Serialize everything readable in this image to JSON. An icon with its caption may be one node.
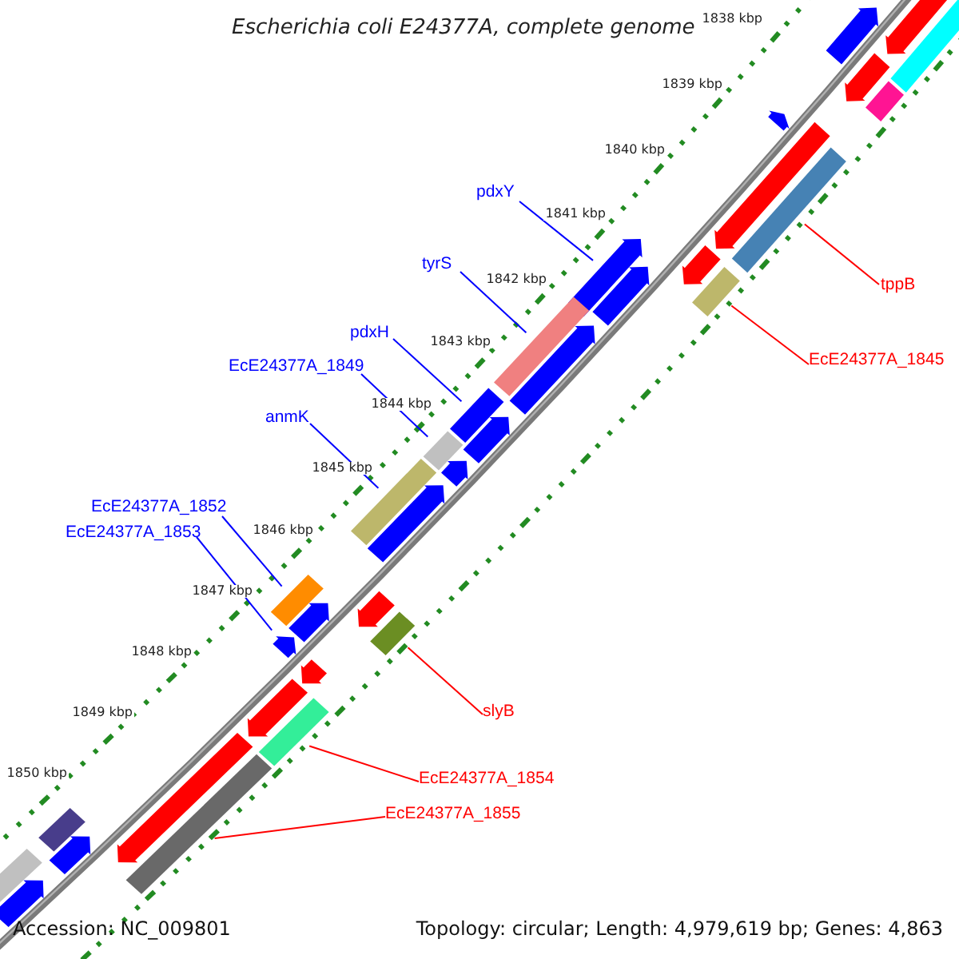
{
  "diagram": {
    "title": "Escherichia coli E24377A, complete genome",
    "nodes": [
      {
        "text": [
          "pdxY"
        ]
      },
      {
        "text": [
          "tyrS"
        ]
      },
      {
        "text": [
          "pdxH"
        ]
      },
      {
        "text": [
          "EcE24377A_1849"
        ]
      },
      {
        "text": [
          "anmK"
        ]
      },
      {
        "text": [
          "EcE24377A_1852"
        ]
      },
      {
        "text": [
          "EcE24377A_1853"
        ]
      },
      {
        "text": [
          "tppB"
        ]
      },
      {
        "text": [
          "EcE24377A_1845"
        ]
      },
      {
        "text": [
          "slyB"
        ]
      },
      {
        "text": [
          "EcE24377A_1854"
        ]
      },
      {
        "text": [
          "EcE24377A_1855"
        ]
      },
      {
        "text": [],
        "shape": "arrow"
      },
      {
        "text": [],
        "shape": "bar"
      },
      {
        "text": [],
        "shape": "bar"
      },
      {
        "text": [],
        "shape": "bar"
      },
      {
        "text": [],
        "shape": "bar"
      },
      {
        "text": [],
        "shape": "bar"
      },
      {
        "text": [],
        "shape": "arrow"
      },
      {
        "text": [],
        "shape": "bar"
      },
      {
        "text": [],
        "shape": "bar"
      },
      {
        "text": [],
        "shape": "bar"
      },
      {
        "text": [],
        "shape": "bar"
      },
      {
        "text": [],
        "shape": "bar"
      },
      {
        "text": [],
        "shape": "arrow"
      },
      {
        "text": [],
        "shape": "arrow"
      },
      {
        "text": [],
        "shape": "arrow"
      },
      {
        "text": [],
        "shape": "arrow"
      },
      {
        "text": [],
        "shape": "arrow"
      },
      {
        "text": [],
        "shape": "arrow"
      },
      {
        "text": [],
        "shape": "arrow"
      },
      {
        "text": [],
        "shape": "arrow"
      },
      {
        "text": [],
        "shape": "arrow"
      },
      {
        "text": [],
        "shape": "arrow"
      },
      {
        "text": [],
        "shape": "bar"
      },
      {
        "text": [],
        "shape": "bar"
      },
      {
        "text": [],
        "shape": "arrow"
      },
      {
        "text": [],
        "shape": "arrow"
      },
      {
        "text": [],
        "shape": "arrow"
      },
      {
        "text": [],
        "shape": "arrow"
      },
      {
        "text": [],
        "shape": "arrow"
      },
      {
        "text": [],
        "shape": "arrow"
      },
      {
        "text": [],
        "shape": "arrow"
      },
      {
        "text": [],
        "shape": "arrow"
      },
      {
        "text": [],
        "shape": "bar"
      },
      {
        "text": [],
        "shape": "bar"
      }
    ],
    "edges": [
      {
        "from": 0,
        "to": 12,
        "arrow": "none",
        "color": "#0000ff"
      },
      {
        "from": 1,
        "to": 13,
        "arrow": "none",
        "color": "#0000ff"
      },
      {
        "from": 2,
        "to": 14,
        "arrow": "none",
        "color": "#0000ff"
      },
      {
        "from": 3,
        "to": 15,
        "arrow": "none",
        "color": "#0000ff"
      },
      {
        "from": 4,
        "to": 16,
        "arrow": "none",
        "color": "#0000ff"
      },
      {
        "from": 5,
        "to": 17,
        "arrow": "none",
        "color": "#0000ff"
      },
      {
        "from": 6,
        "to": 18,
        "arrow": "none",
        "color": "#0000ff"
      },
      {
        "from": 7,
        "to": 19,
        "arrow": "none",
        "color": "#ff0000"
      },
      {
        "from": 8,
        "to": 20,
        "arrow": "none",
        "color": "#ff0000"
      },
      {
        "from": 9,
        "to": 21,
        "arrow": "none",
        "color": "#ff0000"
      },
      {
        "from": 10,
        "to": 22,
        "arrow": "none",
        "color": "#ff0000"
      },
      {
        "from": 11,
        "to": 23,
        "arrow": "none",
        "color": "#ff0000"
      }
    ],
    "labels": [
      "1838 kbp",
      "1839 kbp",
      "1840 kbp",
      "1841 kbp",
      "1842 kbp",
      "1843 kbp",
      "1844 kbp",
      "1845 kbp",
      "1846 kbp",
      "1847 kbp",
      "1848 kbp",
      "1849 kbp",
      "1850 kbp",
      "Accession: NC_009801",
      "Topology: circular; Length: 4,979,619 bp; Genes: 4,863"
    ]
  }
}
